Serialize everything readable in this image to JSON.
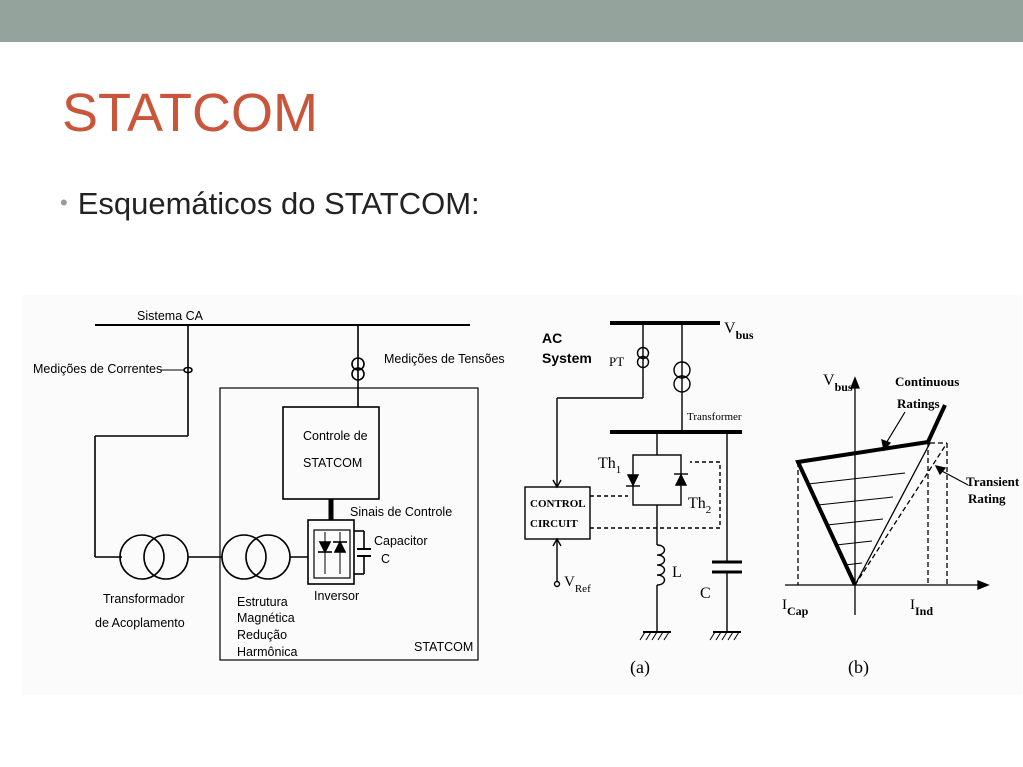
{
  "slide": {
    "title": "STATCOM",
    "bullet": "Esquemáticos do STATCOM:"
  },
  "colors": {
    "topbar": "#95a39d",
    "title": "#c9553b"
  },
  "left_diagram": {
    "sistema_ca": "Sistema CA",
    "medicoes_correntes": "Medições de Correntes",
    "medicoes_tensoes": "Medições de Tensões",
    "controle_line1": "Controle de",
    "controle_line2": "STATCOM",
    "sinais": "Sinais de Controle",
    "capacitor_line1": "Capacitor",
    "capacitor_line2": "C",
    "inversor": "Inversor",
    "transf_line1": "Transformador",
    "transf_line2": "de Acoplamento",
    "estrutura": [
      "Estrutura",
      "Magnética",
      "Redução",
      "Harmônica"
    ],
    "statcom": "STATCOM"
  },
  "middle_diagram": {
    "ac_line1": "AC",
    "ac_line2": "System",
    "vbus_v": "V",
    "vbus_sub": "bus",
    "pt": "PT",
    "transformer": "Transformer",
    "th1": "Th",
    "th1_sub": "1",
    "th2": "Th",
    "th2_sub": "2",
    "control_line1": "CONTROL",
    "control_line2": "CIRCUIT",
    "vref_v": "V",
    "vref_sub": "Ref",
    "l": "L",
    "c": "C",
    "caption": "(a)"
  },
  "right_diagram": {
    "vbus_v": "V",
    "vbus_sub": "bus",
    "continuous_line1": "Continuous",
    "continuous_line2": "Ratings",
    "transient_line1": "Transient",
    "transient_line2": "Rating",
    "icap_i": "I",
    "icap_sub": "Cap",
    "iind_i": "I",
    "iind_sub": "Ind",
    "caption": "(b)"
  }
}
